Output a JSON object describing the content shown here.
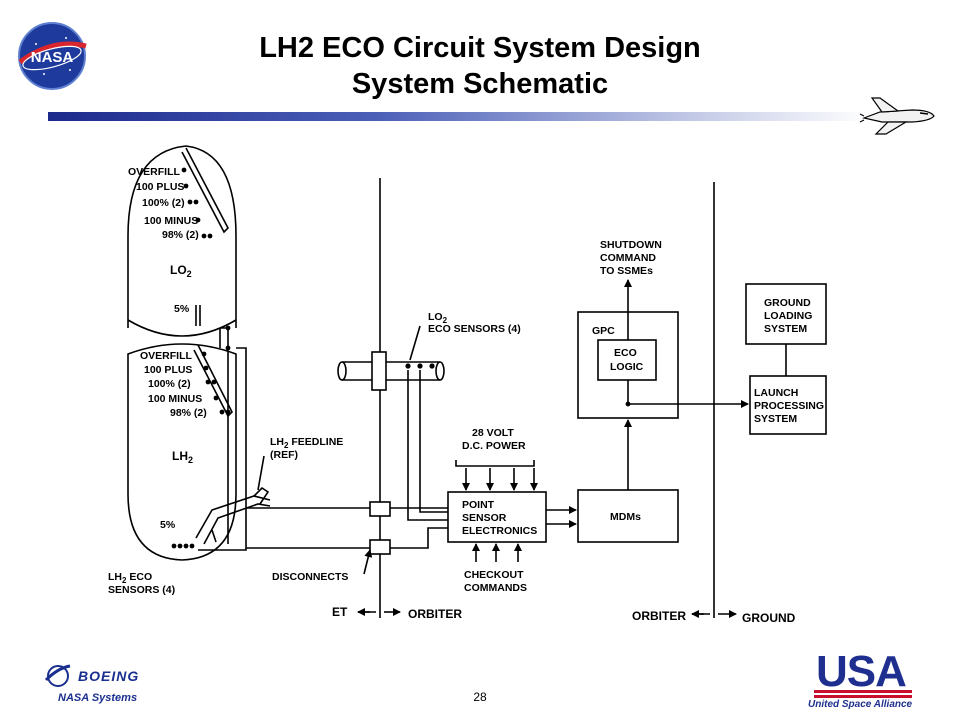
{
  "slide": {
    "title_line1": "LH2 ECO Circuit System Design",
    "title_line2": "System Schematic",
    "page_number": "28"
  },
  "logos": {
    "nasa": "NASA",
    "boeing": "BOEING",
    "boeing_sub": "NASA Systems",
    "usa": "USA",
    "usa_sub": "United Space Alliance"
  },
  "diagram": {
    "lo2_labels": {
      "overfill": "OVERFILL",
      "plus": "100 PLUS",
      "pct100": "100% (2)",
      "minus": "100 MINUS",
      "pct98": "98% (2)",
      "tank": "LO",
      "sub": "2",
      "pct5": "5%"
    },
    "lh2_labels": {
      "overfill": "OVERFILL",
      "plus": "100 PLUS",
      "pct100": "100% (2)",
      "minus": "100 MINUS",
      "pct98": "98% (2)",
      "tank": "LH",
      "sub": "2",
      "pct5": "5%"
    },
    "lo2_eco": {
      "line1": "LO",
      "sub": "2",
      "line2": "ECO SENSORS (4)"
    },
    "lh2_feedline": {
      "line1": "LH",
      "sub": "2",
      "tail": " FEEDLINE",
      "line2": "(REF)"
    },
    "lh2_eco": {
      "line1": "LH",
      "sub": "2",
      "tail": " ECO",
      "line2": "SENSORS (4)"
    },
    "disconnects": "DISCONNECTS",
    "power": {
      "line1": "28 VOLT",
      "line2": "D.C. POWER"
    },
    "pse": {
      "line1": "POINT",
      "line2": "SENSOR",
      "line3": "ELECTRONICS"
    },
    "checkout": {
      "line1": "CHECKOUT",
      "line2": "COMMANDS"
    },
    "mdms": "MDMs",
    "gpc": "GPC",
    "eco_logic": {
      "line1": "ECO",
      "line2": "LOGIC"
    },
    "shutdown": {
      "line1": "SHUTDOWN",
      "line2": "COMMAND",
      "line3": "TO SSMEs"
    },
    "ground_loading": {
      "line1": "GROUND",
      "line2": "LOADING",
      "line3": "SYSTEM"
    },
    "lps": {
      "line1": "LAUNCH",
      "line2": "PROCESSING",
      "line3": "SYSTEM"
    },
    "et": "ET",
    "orbiter_left": "ORBITER",
    "orbiter_right": "ORBITER",
    "ground": "GROUND"
  }
}
